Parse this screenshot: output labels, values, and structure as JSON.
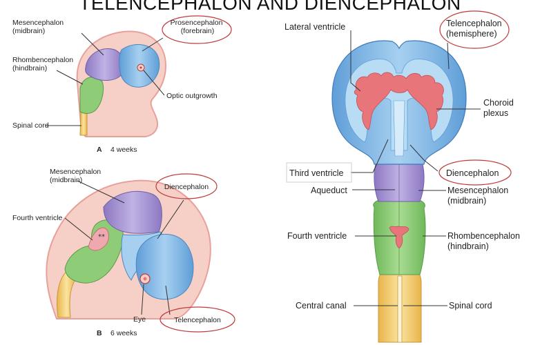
{
  "title": "TELENCEPHALON AND DIENCEPHALON",
  "panel_a": {
    "mesencephalon": [
      "Mesencephalon",
      "(midbrain)"
    ],
    "prosencephalon": [
      "Prosencephalon",
      "(forebrain)"
    ],
    "rhombencephalon": [
      "Rhombencephalon",
      "(hindbrain)"
    ],
    "optic_outgrowth": "Optic outgrowth",
    "spinal_cord": "Spinal cord",
    "caption_letter": "A",
    "caption_text": "4 weeks"
  },
  "panel_b": {
    "mesencephalon": [
      "Mesencephalon",
      "(midbrain)"
    ],
    "diencephalon": "Diencephalon",
    "fourth_ventricle": "Fourth ventricle",
    "eye": "Eye",
    "telencephalon": "Telencephalon",
    "caption_letter": "B",
    "caption_text": "6 weeks"
  },
  "panel_c": {
    "lateral_ventricle": "Lateral ventricle",
    "telencephalon": [
      "Telencephalon",
      "(hemisphere)"
    ],
    "choroid_plexus": [
      "Choroid",
      "plexus"
    ],
    "third_ventricle": "Third ventricle",
    "diencephalon": "Diencephalon",
    "aqueduct": "Aqueduct",
    "mesencephalon": [
      "Mesencephalon",
      "(midbrain)"
    ],
    "fourth_ventricle": "Fourth ventricle",
    "rhombencephalon": [
      "Rhombencephalon",
      "(hindbrain)"
    ],
    "central_canal": "Central canal",
    "spinal_cord": "Spinal cord"
  },
  "colors": {
    "embryo_outline": "#e8a09a",
    "embryo_fill": "#f6cfc6",
    "forebrain_blue": "#8fc2ea",
    "midbrain_purple": "#a996d4",
    "hindbrain_green": "#8fcc78",
    "spinal_yellow": "#f6d67a",
    "choroid_red": "#e8757a",
    "highlight_oval": "#c0393b"
  }
}
